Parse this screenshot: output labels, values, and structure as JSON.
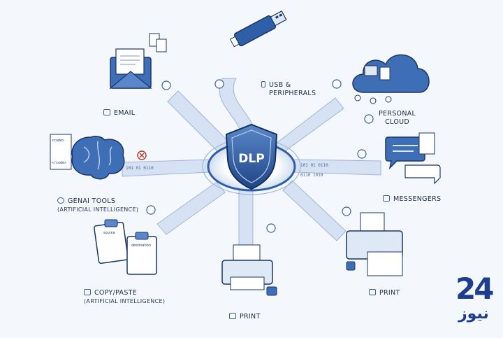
{
  "center": {
    "title": "DLP"
  },
  "channels": {
    "email": {
      "label": "EMAIL"
    },
    "usb": {
      "label_line1": "USB &",
      "label_line2": "PERIPHERALS"
    },
    "cloud": {
      "label_line1": "PERSONAL",
      "label_line2": "CLOUD"
    },
    "genai": {
      "label": "GENAI TOOLS",
      "sub": "(ARTIFICIAL INTELLIGENCE)"
    },
    "messengers": {
      "label": "MESSENGERS"
    },
    "copypaste": {
      "label": "COPY/PASTE",
      "sub": "(ARTIFICIAL INTELLIGENCE)"
    },
    "print_center": {
      "label": "PRINT"
    },
    "print_right": {
      "label": "PRINT"
    }
  },
  "decor": {
    "binary_a": "101 01 0110",
    "binary_b": "0110 1010",
    "code_1": "<code>",
    "code_2": "</code>",
    "paper_1": "source",
    "paper_2": "destination"
  },
  "logo": {
    "number": "24",
    "arabic": "نيوز"
  },
  "colors": {
    "primary": "#2f5fa8",
    "light": "#dfe8f5",
    "dark": "#1b3566",
    "accent_red": "#c0392b"
  }
}
